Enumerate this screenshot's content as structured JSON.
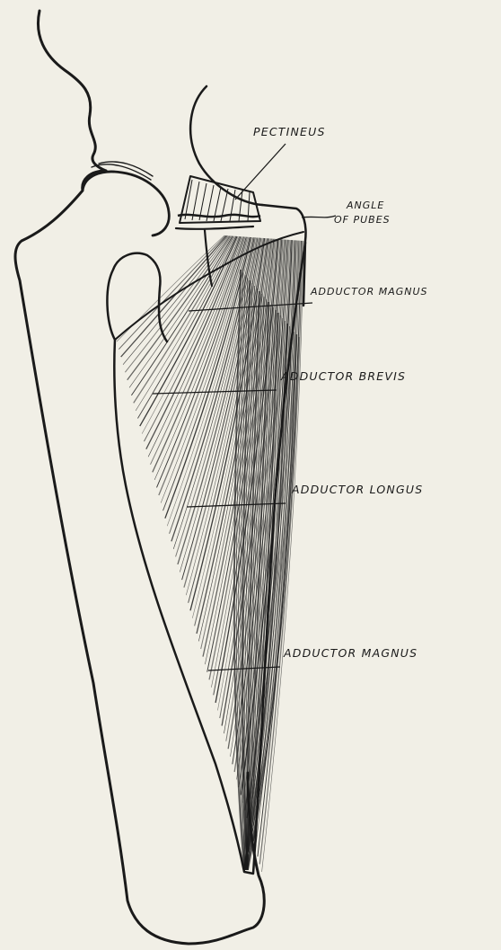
{
  "figure": {
    "labels": {
      "pectineus": "PECTINEUS",
      "angle_line1": "ANGLE",
      "angle_line2": "OF PUBES",
      "adductor_magnus_upper": "ADDUCTOR MAGNUS",
      "adductor_brevis": "ADDUCTOR BREVIS",
      "adductor_longus": "ADDUCTOR LONGUS",
      "adductor_magnus_lower": "ADDUCTOR MAGNUS"
    },
    "colors": {
      "paper": "#f1efe6",
      "ink": "#1a1a1a"
    }
  }
}
